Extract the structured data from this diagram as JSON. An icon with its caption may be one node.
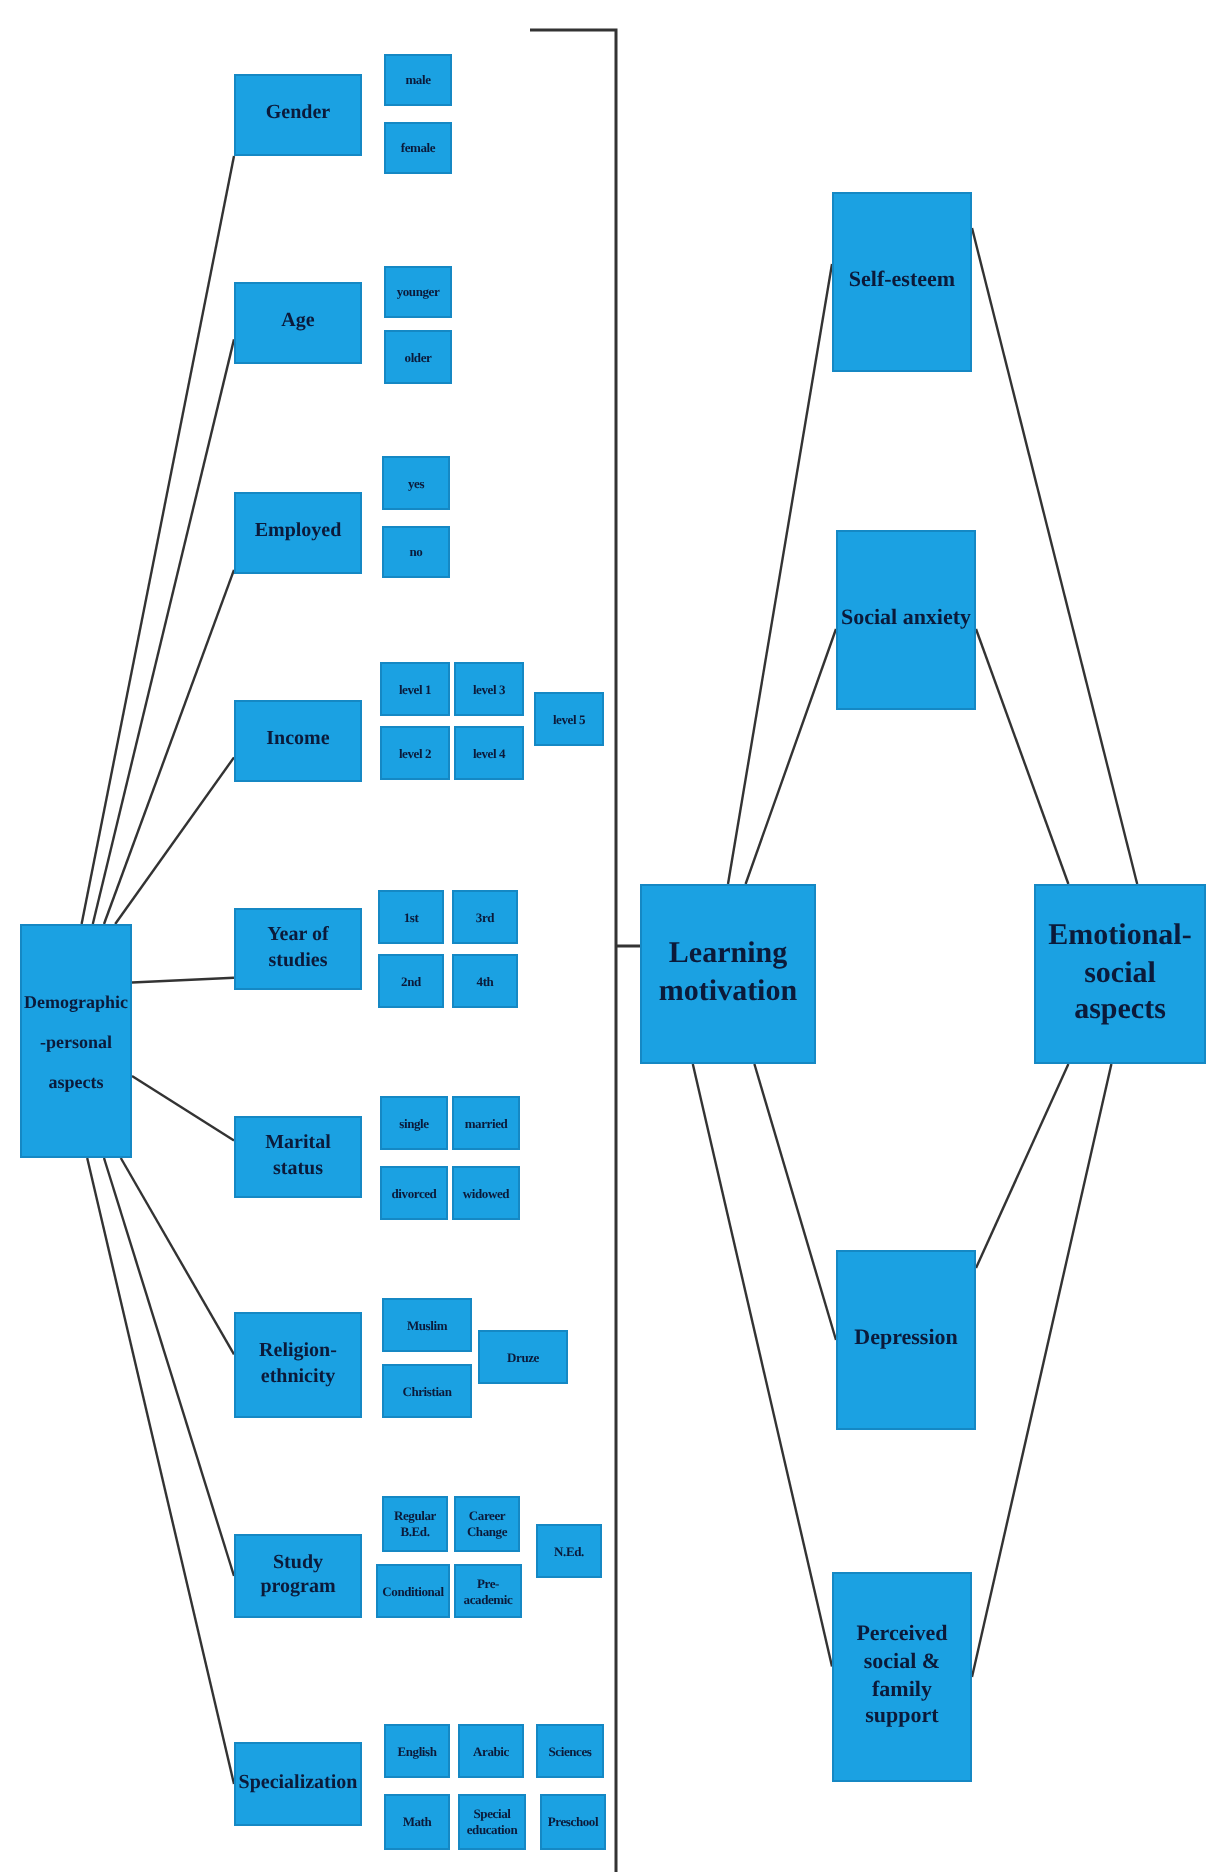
{
  "diagram": {
    "nodes": [
      {
        "text": [
          "Demographic-personal aspects"
        ]
      },
      {
        "text": [
          "Gender"
        ]
      },
      {
        "text": [
          "male"
        ]
      },
      {
        "text": [
          "female"
        ]
      },
      {
        "text": [
          "Age"
        ]
      },
      {
        "text": [
          "younger"
        ]
      },
      {
        "text": [
          "older"
        ]
      },
      {
        "text": [
          "Employed"
        ]
      },
      {
        "text": [
          "yes"
        ]
      },
      {
        "text": [
          "no"
        ]
      },
      {
        "text": [
          "Income"
        ]
      },
      {
        "text": [
          "level 1"
        ]
      },
      {
        "text": [
          "level 3"
        ]
      },
      {
        "text": [
          "level 5"
        ]
      },
      {
        "text": [
          "level 2"
        ]
      },
      {
        "text": [
          "level 4"
        ]
      },
      {
        "text": [
          "Year of studies"
        ]
      },
      {
        "text": [
          "1st"
        ]
      },
      {
        "text": [
          "3rd"
        ]
      },
      {
        "text": [
          "2nd"
        ]
      },
      {
        "text": [
          "4th"
        ]
      },
      {
        "text": [
          "Marital status"
        ]
      },
      {
        "text": [
          "single"
        ]
      },
      {
        "text": [
          "married"
        ]
      },
      {
        "text": [
          "divorced"
        ]
      },
      {
        "text": [
          "widowed"
        ]
      },
      {
        "text": [
          "Religion-ethnicity"
        ]
      },
      {
        "text": [
          "Muslim"
        ]
      },
      {
        "text": [
          "Druze"
        ]
      },
      {
        "text": [
          "Christian"
        ]
      },
      {
        "text": [
          "Study program"
        ]
      },
      {
        "text": [
          "Regular B.Ed."
        ]
      },
      {
        "text": [
          "Career Change"
        ]
      },
      {
        "text": [
          "N.Ed."
        ]
      },
      {
        "text": [
          "Conditional"
        ]
      },
      {
        "text": [
          "Pre-academic"
        ]
      },
      {
        "text": [
          "Specialization"
        ]
      },
      {
        "text": [
          "English"
        ]
      },
      {
        "text": [
          "Arabic"
        ]
      },
      {
        "text": [
          "Sciences"
        ]
      },
      {
        "text": [
          "Math"
        ]
      },
      {
        "text": [
          "Special education"
        ]
      },
      {
        "text": [
          "Preschool"
        ]
      },
      {
        "text": [
          "Self-esteem"
        ]
      },
      {
        "text": [
          "Social anxiety"
        ]
      },
      {
        "text": [
          "Learning motivation"
        ]
      },
      {
        "text": [
          "Emotional-social aspects"
        ]
      },
      {
        "text": [
          "Depression"
        ]
      },
      {
        "text": [
          "Perceived social & family support"
        ]
      }
    ],
    "edges": [
      {
        "from": 0,
        "to": 1,
        "arrow": "none"
      },
      {
        "from": 0,
        "to": 4,
        "arrow": "none"
      },
      {
        "from": 0,
        "to": 7,
        "arrow": "none"
      },
      {
        "from": 0,
        "to": 10,
        "arrow": "none"
      },
      {
        "from": 0,
        "to": 16,
        "arrow": "none"
      },
      {
        "from": 0,
        "to": 21,
        "arrow": "none"
      },
      {
        "from": 0,
        "to": 26,
        "arrow": "none"
      },
      {
        "from": 0,
        "to": 30,
        "arrow": "none"
      },
      {
        "from": 0,
        "to": 36,
        "arrow": "none"
      },
      {
        "from": 45,
        "to": 43,
        "arrow": "none"
      },
      {
        "from": 45,
        "to": 44,
        "arrow": "none"
      },
      {
        "from": 45,
        "to": 47,
        "arrow": "none"
      },
      {
        "from": 45,
        "to": 48,
        "arrow": "none"
      },
      {
        "from": 43,
        "to": 46,
        "arrow": "none"
      },
      {
        "from": 44,
        "to": 46,
        "arrow": "none"
      },
      {
        "from": 47,
        "to": 46,
        "arrow": "none"
      },
      {
        "from": 48,
        "to": 46,
        "arrow": "none"
      }
    ]
  }
}
